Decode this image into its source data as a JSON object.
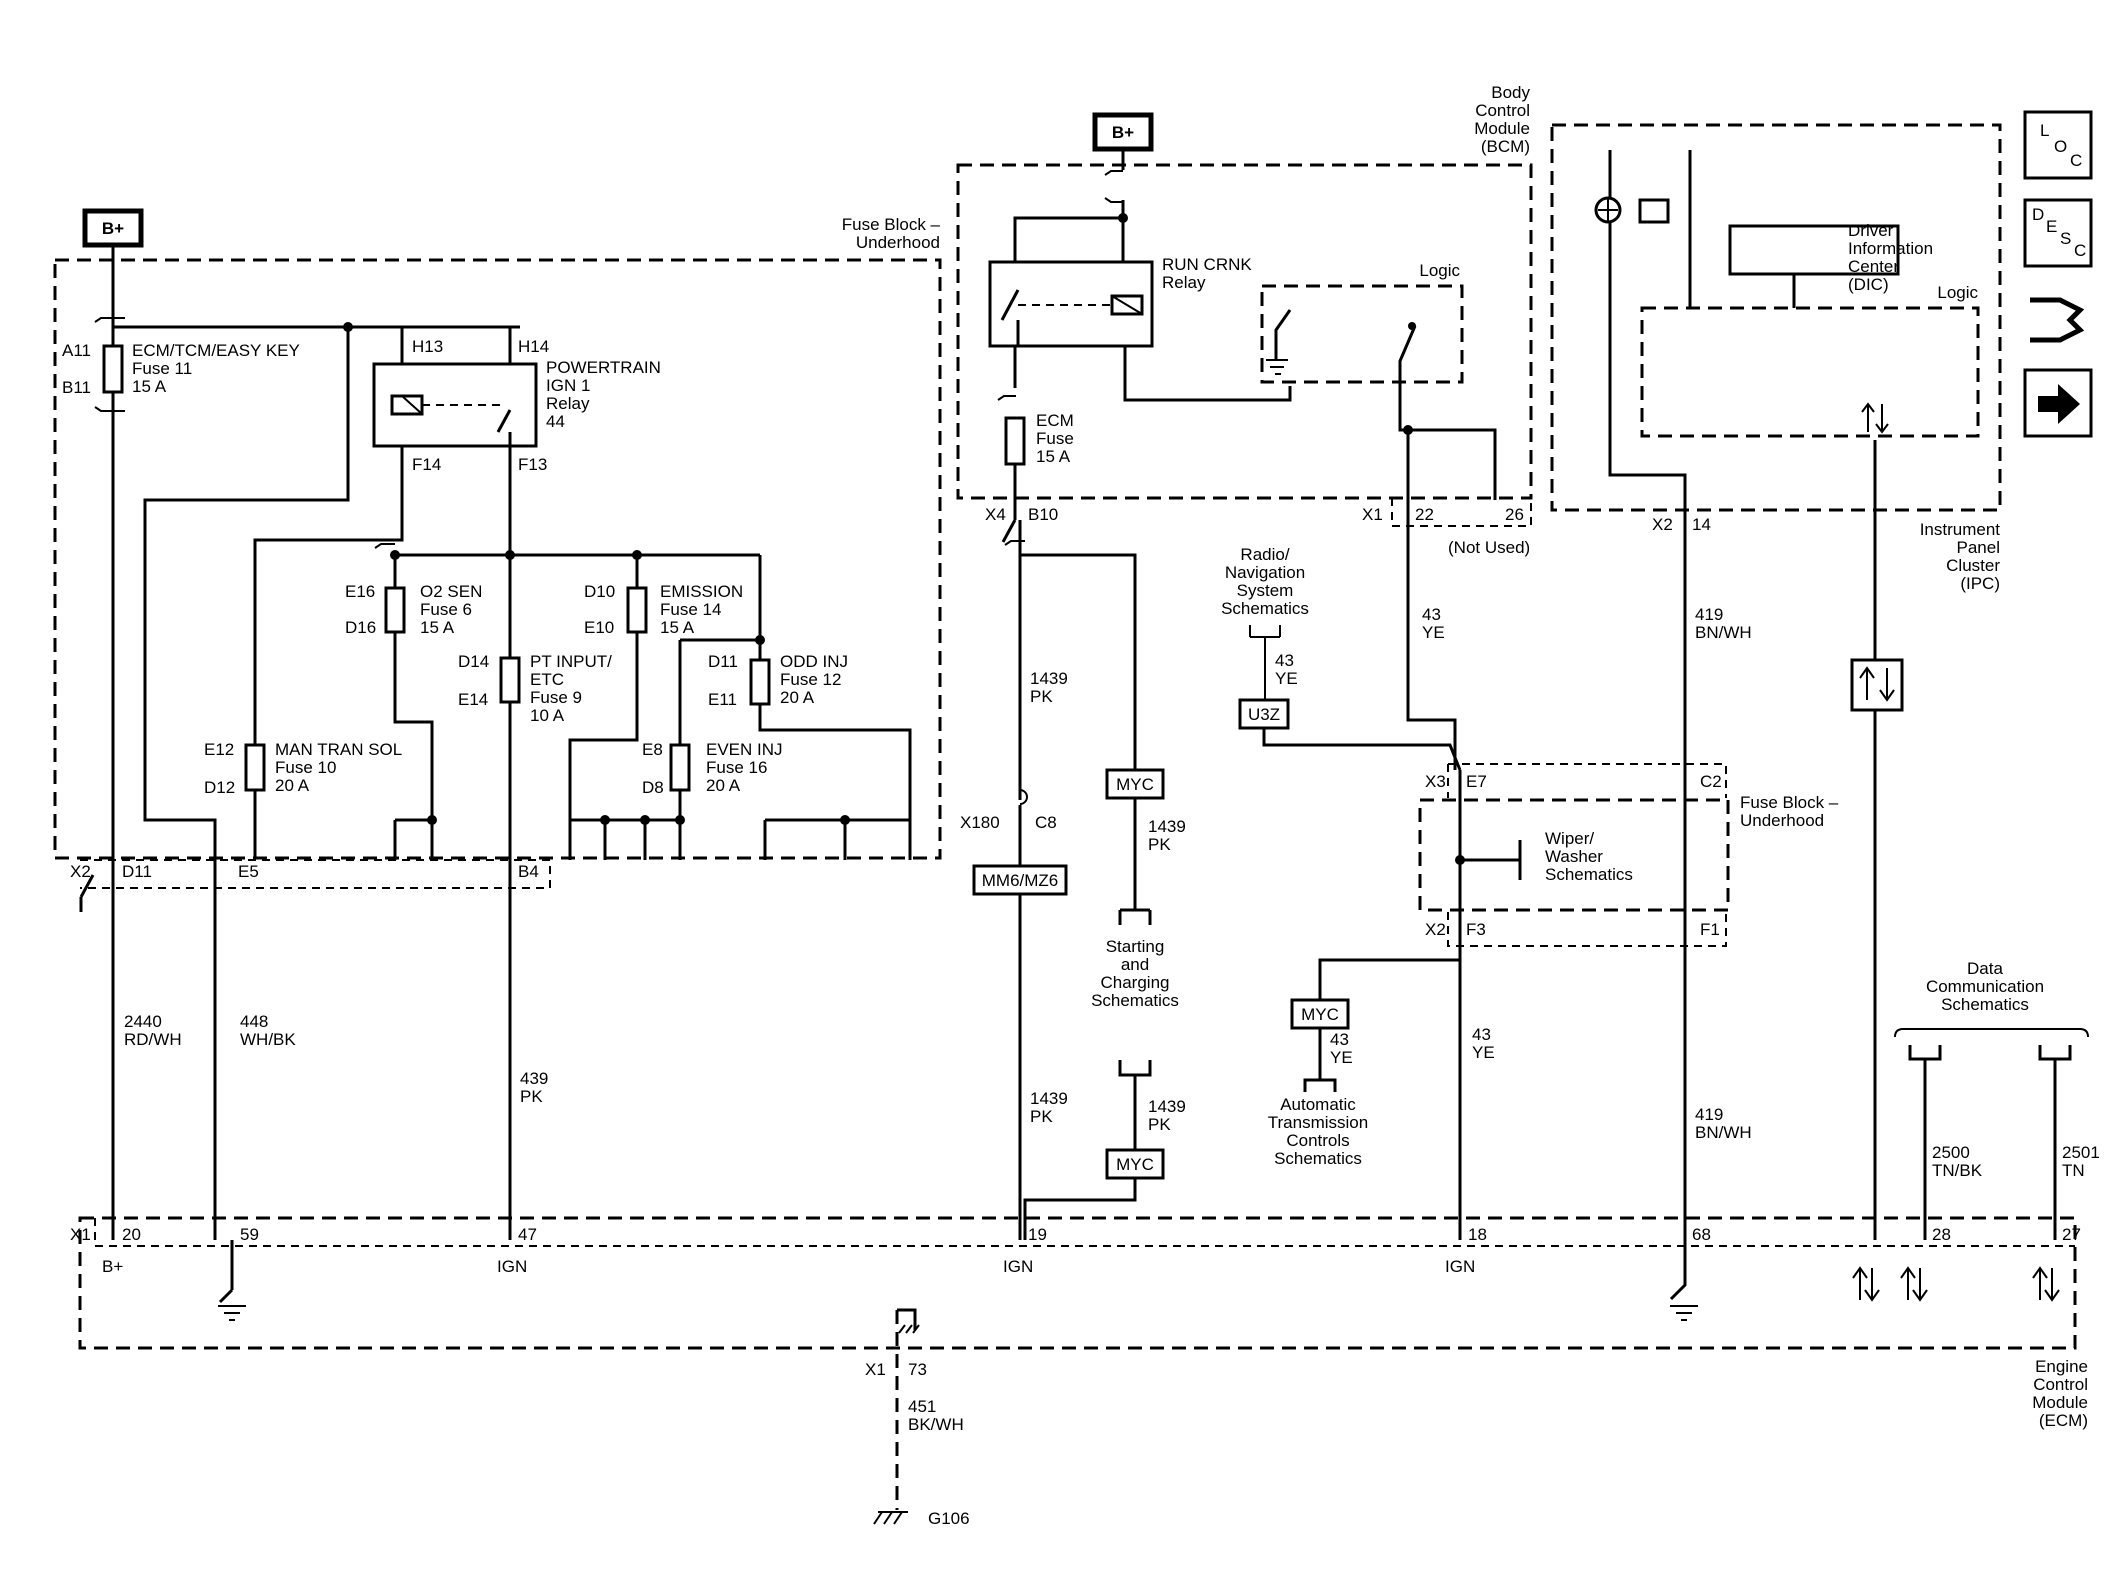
{
  "power_sources": {
    "bplus_1": "B+",
    "bplus_2": "B+"
  },
  "modules": {
    "fuse_block_1": "Fuse Block –\nUnderhood",
    "fuse_block_2": "Fuse Block –\nUnderhood",
    "bcm": "Body\nControl\nModule\n(BCM)",
    "ipc": "Instrument\nPanel\nCluster\n(IPC)",
    "ecm": "Engine\nControl\nModule\n(ECM)",
    "bcm_logic": "Logic",
    "ipc_logic": "Logic",
    "dic": "Driver\nInformation\nCenter\n(DIC)"
  },
  "fuses": {
    "f11": {
      "name": "ECM/TCM/EASY KEY",
      "fuse": "Fuse 11",
      "amp": "15 A",
      "pin_top": "A11",
      "pin_bot": "B11"
    },
    "f6": {
      "name": "O2 SEN",
      "fuse": "Fuse 6",
      "amp": "15 A",
      "pin_top": "E16",
      "pin_bot": "D16"
    },
    "f14": {
      "name": "EMISSION",
      "fuse": "Fuse 14",
      "amp": "15 A",
      "pin_top": "D10",
      "pin_bot": "E10"
    },
    "f9": {
      "name": "PT INPUT/\nETC",
      "fuse": "Fuse 9",
      "amp": "10 A",
      "pin_top": "D14",
      "pin_bot": "E14"
    },
    "f12": {
      "name": "ODD INJ",
      "fuse": "Fuse 12",
      "amp": "20 A",
      "pin_top": "D11",
      "pin_bot": "E11"
    },
    "f10": {
      "name": "MAN TRAN SOL",
      "fuse": "Fuse 10",
      "amp": "20 A",
      "pin_top": "E12",
      "pin_bot": "D12"
    },
    "f16": {
      "name": "EVEN INJ",
      "fuse": "Fuse 16",
      "amp": "20 A",
      "pin_top": "E8",
      "pin_bot": "D8"
    },
    "ecm": {
      "name": "ECM",
      "fuse": "Fuse",
      "amp": "15 A"
    }
  },
  "relays": {
    "powertrain": {
      "name": "POWERTRAIN\nIGN 1\nRelay\n44",
      "pins": [
        "H13",
        "H14",
        "F14",
        "F13"
      ]
    },
    "run_crnk": {
      "name": "RUN CRNK\nRelay"
    }
  },
  "connectors": {
    "x2_d11": "X2",
    "d11": "D11",
    "e5": "E5",
    "b4": "B4",
    "x4": "X4",
    "b10": "B10",
    "x1_bcm": "X1",
    "p22": "22",
    "p26": "26",
    "not_used": "(Not Used)",
    "x2_ipc": "X2",
    "p14": "14",
    "x180": "X180",
    "c8": "C8",
    "x3": "X3",
    "e7": "E7",
    "c2": "C2",
    "x2_fb": "X2",
    "f3": "F3",
    "f1": "F1",
    "x1_ecm": "X1",
    "p20": "20",
    "p59": "59",
    "p47": "47",
    "p19": "19",
    "p18": "18",
    "p68": "68",
    "p28": "28",
    "p27": "27",
    "x1_g": "X1",
    "p73": "73"
  },
  "ecm_pins": {
    "bplus": "B+",
    "ign1": "IGN",
    "ign2": "IGN",
    "ign3": "IGN"
  },
  "wires": {
    "w2440": "2440\nRD/WH",
    "w448": "448\nWH/BK",
    "w439": "439\nPK",
    "w1439a": "1439\nPK",
    "w1439b": "1439\nPK",
    "w1439c": "1439\nPK",
    "w1439d": "1439\nPK",
    "w43a": "43\nYE",
    "w43b": "43\nYE",
    "w43c": "43\nYE",
    "w43d": "43\nYE",
    "w419a": "419\nBN/WH",
    "w419b": "419\nBN/WH",
    "w2500": "2500\nTN/BK",
    "w2501": "2501\nTN",
    "w451": "451\nBK/WH"
  },
  "options": {
    "myc1": "MYC",
    "myc2": "MYC",
    "myc3": "MYC",
    "mm6": "MM6/MZ6",
    "u3z": "U3Z"
  },
  "references": {
    "radio": "Radio/\nNavigation\nSystem\nSchematics",
    "starting": "Starting\nand\nCharging\nSchematics",
    "auto_trans": "Automatic\nTransmission\nControls\nSchematics",
    "wiper": "Wiper/\nWasher\nSchematics",
    "data_comm": "Data\nCommunication\nSchematics"
  },
  "ground": {
    "g106": "G106"
  },
  "nav_icons": {
    "loc": [
      "L",
      "O",
      "C"
    ],
    "desc": [
      "D",
      "E",
      "S",
      "C"
    ]
  },
  "icon_names": [
    "connector-view-icon",
    "component-locator-icon",
    "next-page-icon"
  ]
}
